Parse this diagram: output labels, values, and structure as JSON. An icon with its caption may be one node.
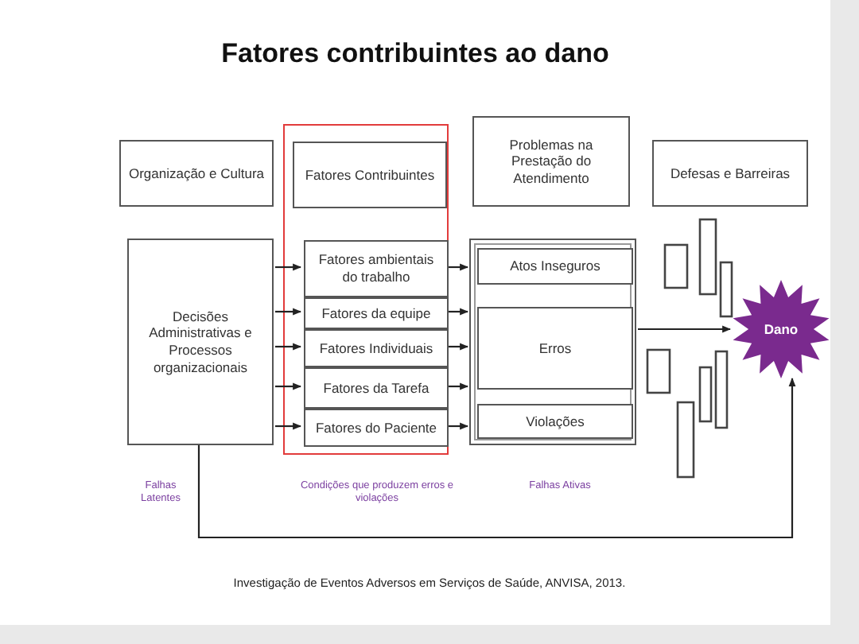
{
  "diagram": {
    "title": "Fatores contribuintes ao dano",
    "caption": "Investigação de Eventos Adversos em Serviços de Saúde, ANVISA, 2013.",
    "nodes": [
      {
        "text": [
          "Organização e Cultura"
        ]
      },
      {
        "text": [],
        "shape": "box"
      },
      {
        "text": [
          "Fatores Contribuintes"
        ],
        "in": 1
      },
      {
        "text": [
          "Problemas na Prestação do Atendimento"
        ]
      },
      {
        "text": [
          "Defesas e Barreiras"
        ]
      },
      {
        "text": [
          "Decisões Administrativas e Processos organizacionais"
        ]
      },
      {
        "text": [
          "Fatores ambientais do trabalho"
        ],
        "in": 1
      },
      {
        "text": [
          "Fatores da equipe"
        ],
        "in": 1
      },
      {
        "text": [
          "Fatores Individuais"
        ],
        "in": 1
      },
      {
        "text": [
          "Fatores da Tarefa"
        ],
        "in": 1
      },
      {
        "text": [
          "Fatores do Paciente"
        ],
        "in": 1
      },
      {
        "text": [],
        "shape": "box"
      },
      {
        "text": [
          "Atos Inseguros"
        ],
        "in": 11
      },
      {
        "text": [
          "Erros"
        ],
        "in": 11
      },
      {
        "text": [
          "Violações"
        ],
        "in": 11
      },
      {
        "text": [
          "Dano"
        ]
      }
    ],
    "edges": [
      {
        "from": 5,
        "to": 6,
        "arrow": "to"
      },
      {
        "from": 5,
        "to": 7,
        "arrow": "to"
      },
      {
        "from": 5,
        "to": 8,
        "arrow": "to"
      },
      {
        "from": 5,
        "to": 9,
        "arrow": "to"
      },
      {
        "from": 5,
        "to": 10,
        "arrow": "to"
      },
      {
        "from": 6,
        "to": 11,
        "arrow": "to"
      },
      {
        "from": 7,
        "to": 11,
        "arrow": "to"
      },
      {
        "from": 8,
        "to": 11,
        "arrow": "to"
      },
      {
        "from": 9,
        "to": 11,
        "arrow": "to"
      },
      {
        "from": 10,
        "to": 11,
        "arrow": "to"
      },
      {
        "from": 11,
        "to": 15,
        "arrow": "to"
      },
      {
        "from": 5,
        "to": 15,
        "arrow": "to"
      }
    ],
    "labels": [
      "Falhas Latentes",
      "Condições que produzem erros e violações",
      "Falhas Ativas"
    ]
  }
}
